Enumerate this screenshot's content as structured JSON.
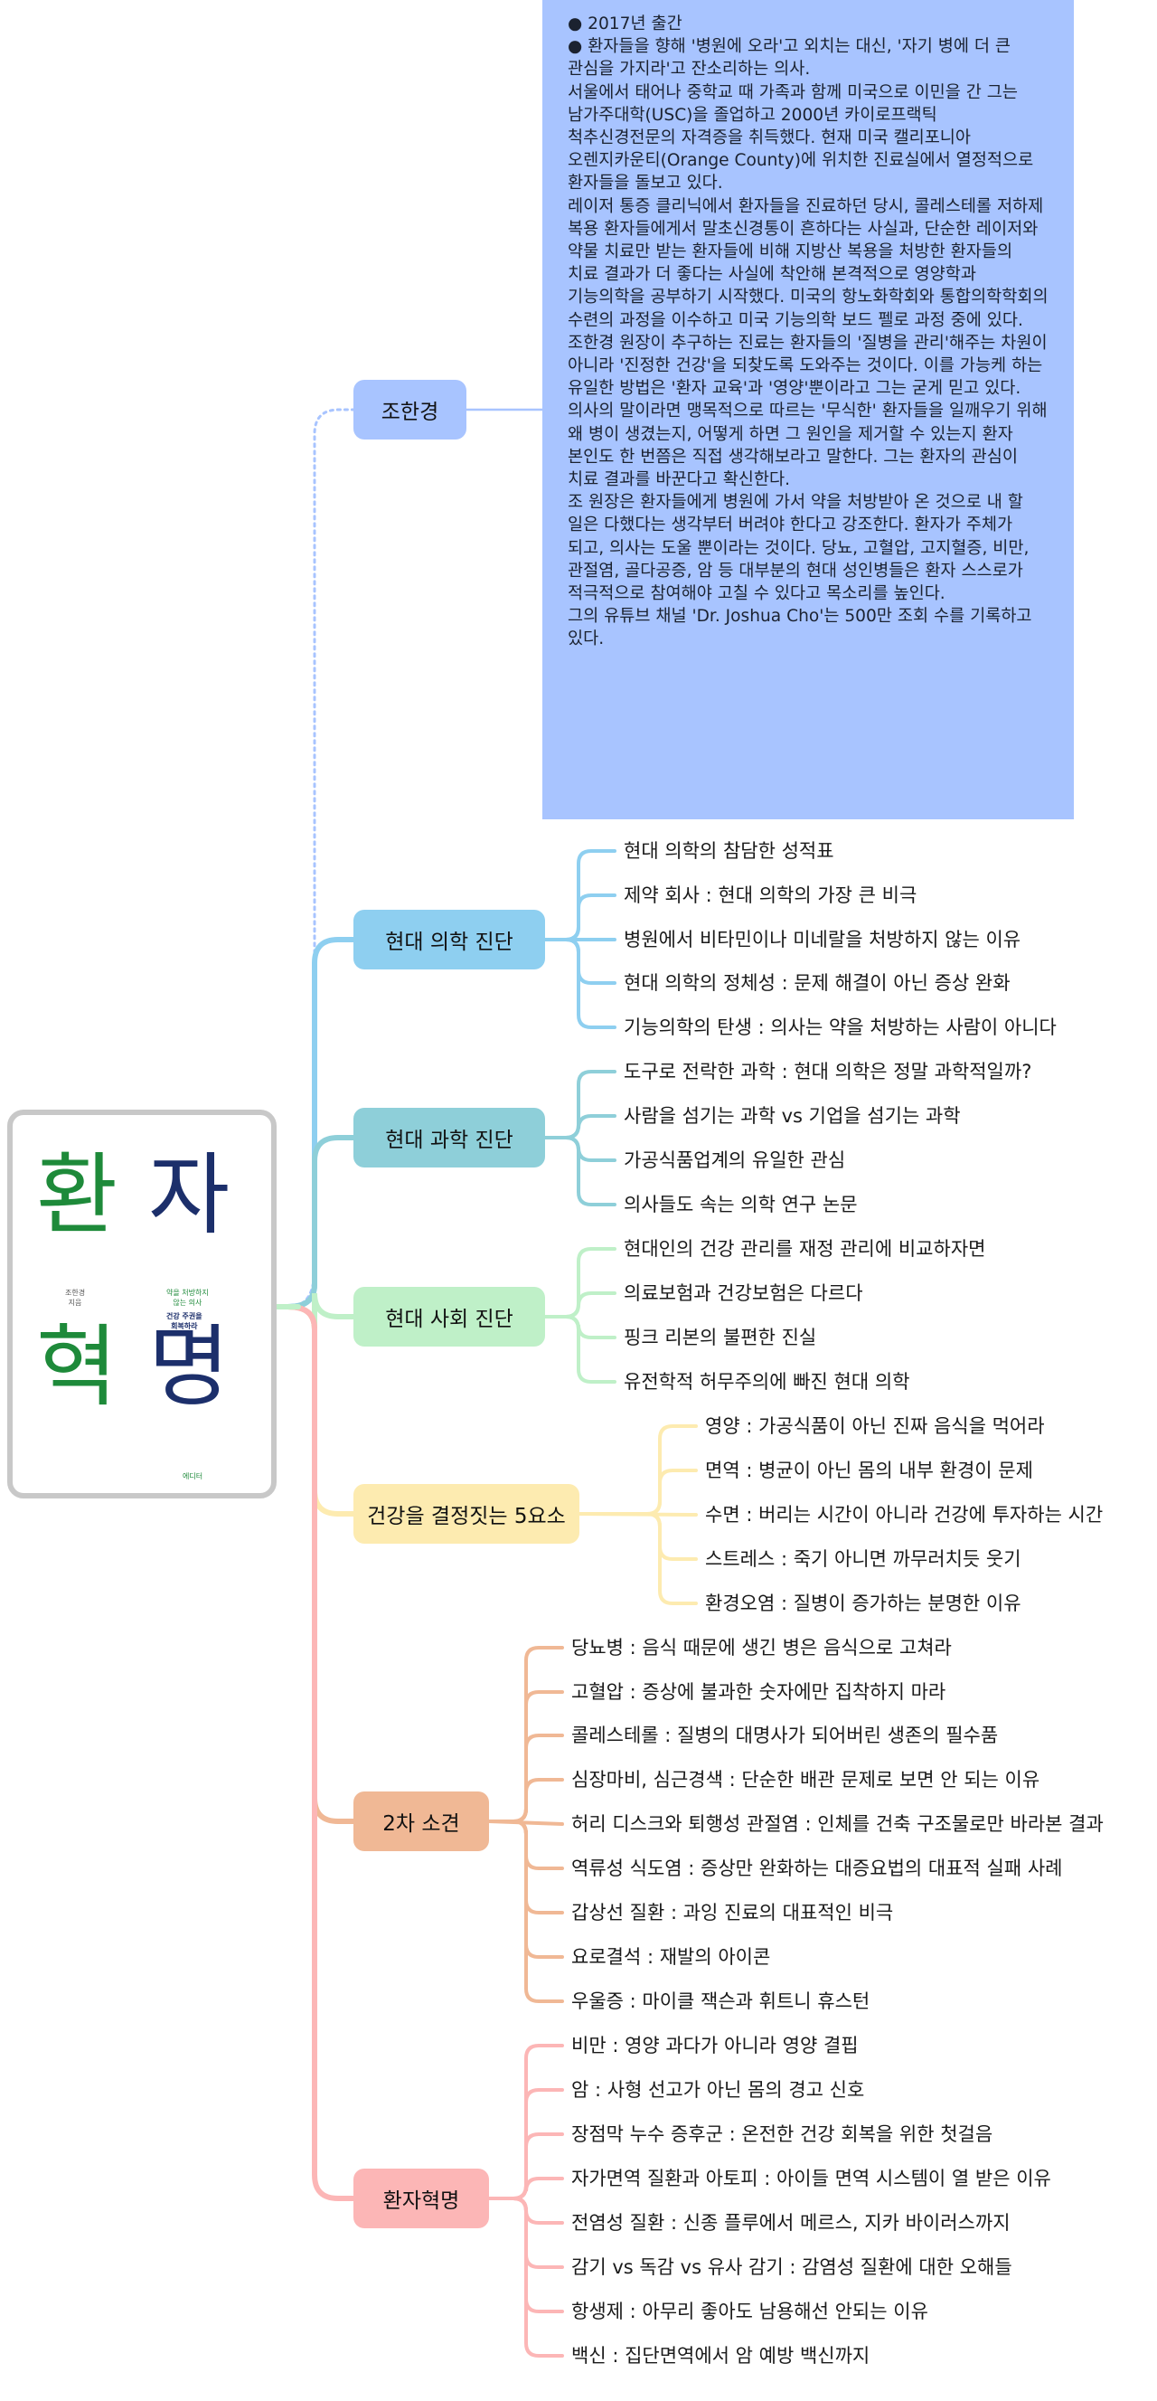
{
  "book": {
    "title_chars": [
      "환",
      "자",
      "혁",
      "명"
    ],
    "cover_author": "조한경\n지음",
    "cover_subtitle_1": "약을 처방하지\n않는 의사",
    "cover_subtitle_2": "건강 주권을\n회복하라",
    "cover_publisher": "에디터"
  },
  "author_node": {
    "label": "조한경",
    "info": "● 2017년 출간\n● 환자들을 향해 '병원에 오라'고 외치는 대신, '자기 병에 더 큰 관심을 가지라'고 잔소리하는 의사.\n서울에서 태어나 중학교 때 가족과 함께 미국으로 이민을 간 그는 남가주대학(USC)을 졸업하고 2000년 카이로프랙틱 척추신경전문의 자격증을 취득했다. 현재 미국 캘리포니아 오렌지카운티(Orange County)에 위치한 진료실에서 열정적으로 환자들을 돌보고 있다.\n레이저 통증 클리닉에서 환자들을 진료하던 당시, 콜레스테롤 저하제 복용 환자들에게서 말초신경통이 흔하다는 사실과, 단순한 레이저와 약물 치료만 받는 환자들에 비해 지방산 복용을 처방한 환자들의 치료 결과가 더 좋다는 사실에 착안해 본격적으로 영양학과 기능의학을 공부하기 시작했다. 미국의 항노화학회와 통합의학학회의 수련의 과정을 이수하고 미국 기능의학 보드 펠로 과정 중에 있다.\n조한경 원장이 추구하는 진료는 환자들의 '질병을 관리'해주는 차원이 아니라 '진정한 건강'을 되찾도록 도와주는 것이다. 이를 가능케 하는 유일한 방법은 '환자 교육'과 '영양'뿐이라고 그는 굳게 믿고 있다. 의사의 말이라면 맹목적으로 따르는 '무식한' 환자들을 일깨우기 위해 왜 병이 생겼는지, 어떻게 하면 그 원인을 제거할 수 있는지 환자 본인도 한 번쯤은 직접 생각해보라고 말한다. 그는 환자의 관심이 치료 결과를 바꾼다고 확신한다.\n조 원장은 환자들에게 병원에 가서 약을 처방받아 온 것으로 내 할 일은 다했다는 생각부터 버려야 한다고 강조한다. 환자가 주체가 되고, 의사는 도울 뿐이라는 것이다. 당뇨, 고혈압, 고지혈증, 비만, 관절염, 골다공증, 암 등 대부분의 현대 성인병들은 환자 스스로가 적극적으로 참여해야 고칠 수 있다고 목소리를 높인다.\n그의 유튜브 채널 'Dr. Joshua Cho'는 500만 조회 수를 기록하고 있다."
  },
  "branches": [
    {
      "label": "현대 의학 진단",
      "color": "#8ecff0",
      "items": [
        "현대 의학의 참담한 성적표",
        "제약 회사 : 현대 의학의 가장 큰 비극",
        "병원에서 비타민이나 미네랄을 처방하지 않는 이유",
        "현대 의학의 정체성 : 문제 해결이 아닌 증상 완화",
        "기능의학의 탄생 : 의사는 약을 처방하는 사람이 아니다"
      ]
    },
    {
      "label": "현대 과학 진단",
      "color": "#8ecfd9",
      "items": [
        "도구로 전락한 과학 : 현대 의학은 정말 과학적일까?",
        "사람을 섬기는 과학 vs 기업을 섬기는 과학",
        "가공식품업계의 유일한 관심",
        "의사들도 속는 의학 연구 논문"
      ]
    },
    {
      "label": "현대 사회 진단",
      "color": "#bff0c8",
      "items": [
        "현대인의 건강 관리를 재정 관리에 비교하자면",
        "의료보험과 건강보험은 다르다",
        "핑크 리본의 불편한 진실",
        "유전학적 허무주의에 빠진 현대 의학"
      ]
    },
    {
      "label": "건강을 결정짓는 5요소",
      "color": "#fdebb0",
      "items": [
        "영양 : 가공식품이 아닌 진짜 음식을 먹어라",
        "면역 : 병균이 아닌 몸의 내부 환경이 문제",
        "수면 : 버리는 시간이 아니라 건강에 투자하는 시간",
        "스트레스 : 죽기 아니면 까무러치듯 웃기",
        "환경오염 : 질병이 증가하는 분명한 이유"
      ]
    },
    {
      "label": "2차 소견",
      "color": "#f0b895",
      "items": [
        "당뇨병 : 음식 때문에 생긴 병은 음식으로 고쳐라",
        "고혈압 : 증상에 불과한 숫자에만 집착하지 마라",
        "콜레스테롤 : 질병의 대명사가 되어버린 생존의 필수품",
        "심장마비, 심근경색 : 단순한 배관 문제로 보면 안 되는 이유",
        "허리 디스크와 퇴행성 관절염 : 인체를 건축 구조물로만 바라본 결과",
        "역류성 식도염 : 증상만 완화하는 대증요법의 대표적 실패 사례",
        "갑상선 질환 : 과잉 진료의 대표적인 비극",
        "요로결석 : 재발의 아이콘",
        "우울증 : 마이클 잭슨과 휘트니 휴스턴"
      ]
    },
    {
      "label": "환자혁명",
      "color": "#fcb6b6",
      "items": [
        "비만 : 영양 과다가 아니라 영양 결핍",
        "암 : 사형 선고가 아닌 몸의 경고 신호",
        "장점막 누수 증후군 : 온전한 건강 회복을 위한 첫걸음",
        "자가면역 질환과 아토피 : 아이들 면역 시스템이 열 받은 이유",
        "전염성 질환 : 신종 플루에서 메르스, 지카 바이러스까지",
        "감기 vs 독감 vs 유사 감기 : 감염성 질환에 대한 오해들",
        "항생제 : 아무리 좋아도 남용해선 안되는 이유",
        "백신 : 집단면역에서 암 예방 백신까지"
      ]
    }
  ],
  "colors": {
    "author_node": "#a8c4ff",
    "cover_border": "#c8c8c8",
    "title_green": "#1e8a3a",
    "title_navy": "#1c2f6b"
  }
}
